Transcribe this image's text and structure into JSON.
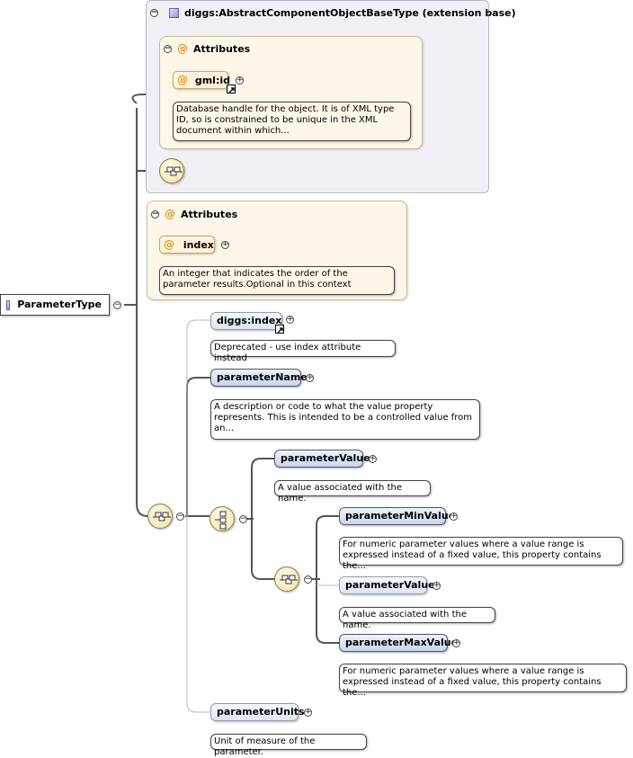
{
  "base_type": {
    "title": "diggs:AbstractComponentObjectBaseType (extension base)",
    "attributes_label": "Attributes",
    "attribute": {
      "name": "gml:id",
      "description": "Database handle for the object. It is of XML type ID, so is constrained to be unique in the XML document within which..."
    }
  },
  "own_attributes": {
    "label": "Attributes",
    "attribute": {
      "name": "index",
      "description": "An integer that indicates the order of the parameter results.Optional in this context"
    }
  },
  "root": {
    "name": "ParameterType"
  },
  "elements": {
    "diggs_index": {
      "name": "diggs:index",
      "description": "Deprecated - use index attribute instead"
    },
    "parameter_name": {
      "name": "parameterName",
      "description": "A description or code to what the value property represents. This is intended to be a controlled value from an..."
    },
    "parameter_value": {
      "name": "parameterValue",
      "description": "A value associated with the name."
    },
    "parameter_min_value": {
      "name": "parameterMinValue",
      "description": "For numeric parameter values where a value range is expressed instead of a fixed value, this property contains the..."
    },
    "parameter_value_2": {
      "name": "parameterValue",
      "description": "A value associated with the name."
    },
    "parameter_max_value": {
      "name": "parameterMaxValue",
      "description": "For numeric parameter values where a value range is expressed instead of a fixed value, this property contains the..."
    },
    "parameter_units": {
      "name": "parameterUnits",
      "description": "Unit of measure of the parameter."
    }
  },
  "icons": {
    "type_icon": "complex-type-icon",
    "attribute_icon": "attribute-icon",
    "sequence_icon": "sequence-icon",
    "choice_icon": "choice-icon",
    "reference_icon": "reference-arrow-icon"
  },
  "colors": {
    "type_box": "#f2f0f7",
    "attribute_box": "#fdf6e9",
    "element_fill": "#c7d6ee",
    "attribute_marker": "#e09a2a"
  }
}
